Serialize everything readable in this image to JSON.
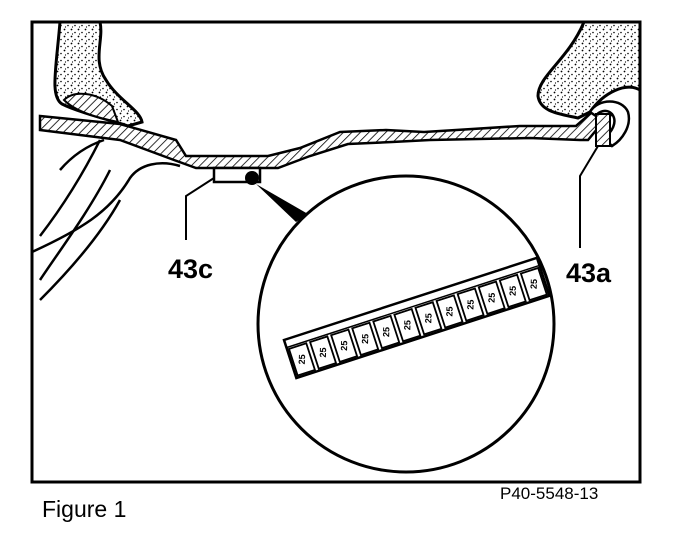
{
  "figure": {
    "callout_left": "43c",
    "callout_right": "43a",
    "caption": "Figure 1",
    "reference_code": "P40-5548-13"
  },
  "weight_strip": {
    "segment_labels": [
      "25",
      "25",
      "25",
      "25",
      "25",
      "25",
      "25",
      "25",
      "25",
      "25",
      "25",
      "25"
    ]
  },
  "colors": {
    "ink": "#000000",
    "paper": "#ffffff"
  }
}
